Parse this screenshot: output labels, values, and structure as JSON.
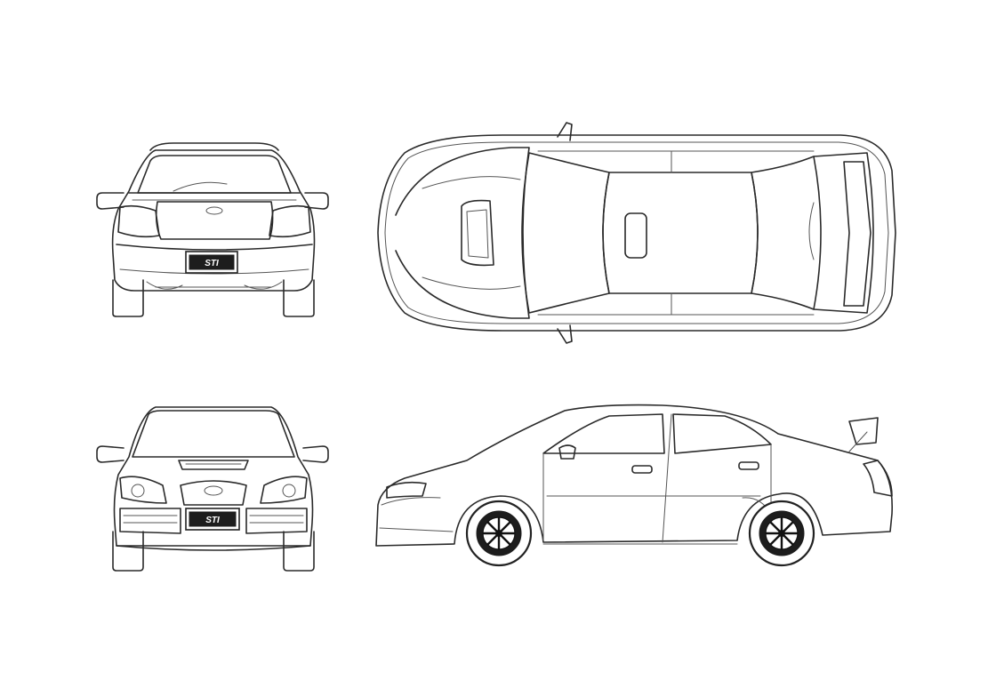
{
  "sheet": {
    "views": [
      {
        "id": "rear",
        "icon": "car-rear-view"
      },
      {
        "id": "top",
        "icon": "car-top-view"
      },
      {
        "id": "front",
        "icon": "car-front-view"
      },
      {
        "id": "side",
        "icon": "car-side-view"
      }
    ],
    "plate_badge_text": "STI",
    "line_color": "#2a2a2a",
    "background_color": "#ffffff"
  }
}
